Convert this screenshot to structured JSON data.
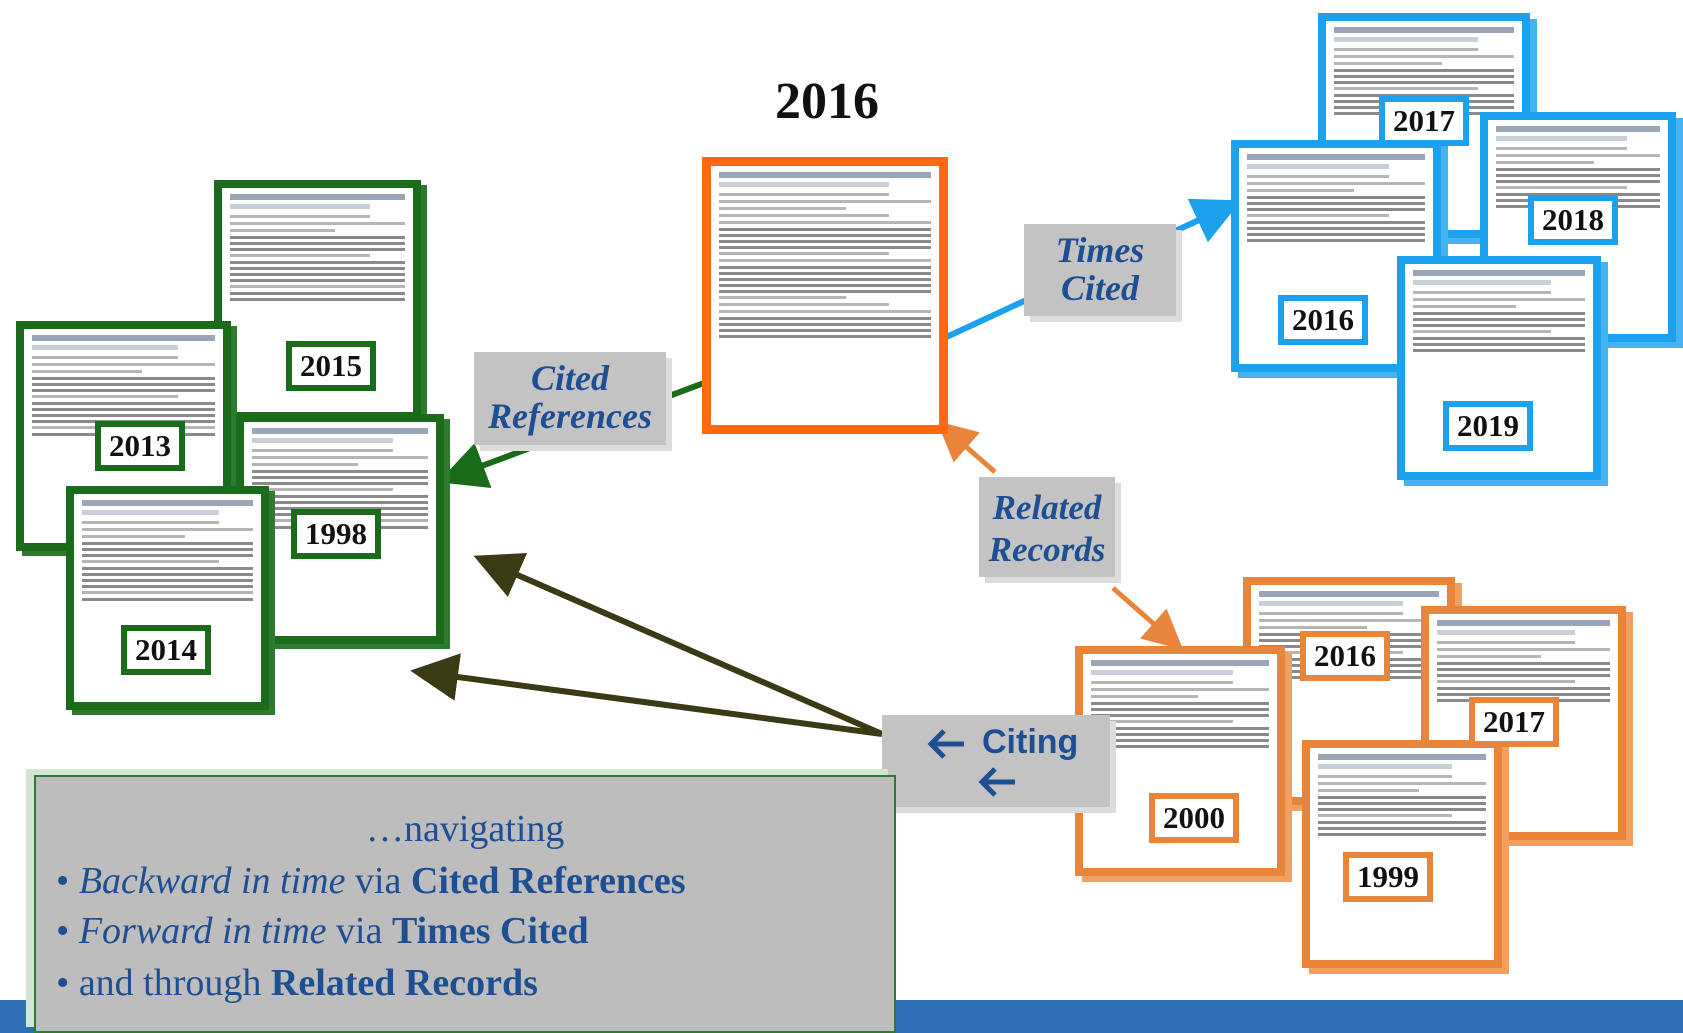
{
  "title": "2016",
  "colors": {
    "green": "#1a6b1a",
    "blue": "#1ba1ee",
    "orange": "#e9853a",
    "center": "#ff6a10",
    "label_text": "#1f4f93",
    "label_bg": "#c3c3c3",
    "footer_bar": "#2f6fb5"
  },
  "labels": {
    "cited_references": [
      "Cited",
      "References"
    ],
    "times_cited": [
      "Times",
      "Cited"
    ],
    "related_records": [
      "Related",
      "Records"
    ],
    "citing": "Citing"
  },
  "years": {
    "cited_references": [
      "2015",
      "2013",
      "1998",
      "2014"
    ],
    "times_cited": [
      "2017",
      "2018",
      "2016",
      "2019"
    ],
    "related_records": [
      "2016",
      "2017",
      "2000",
      "1999"
    ]
  },
  "summary": {
    "heading": "…navigating",
    "items": [
      {
        "italic": "Backward in time",
        "via": "via",
        "bold": "Cited References"
      },
      {
        "italic": "Forward in time",
        "via": "via",
        "bold": "Times Cited"
      },
      {
        "plain": "and through",
        "bold": "Related Records"
      }
    ]
  },
  "icons": {
    "bullet": "•",
    "citing_arrow": "←"
  }
}
